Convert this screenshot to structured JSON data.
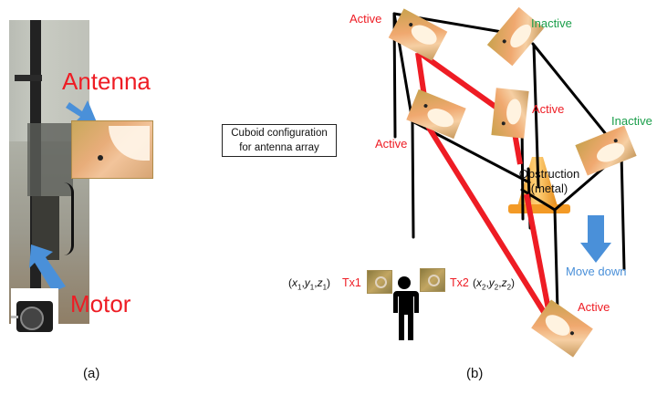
{
  "panel_a": {
    "antenna_label": "Antenna",
    "motor_label": "Motor",
    "caption": "(a)",
    "arrow_color": "#4a90d9",
    "label_color": "#ee1c24"
  },
  "panel_b": {
    "config_box": {
      "line1": "Cuboid configuration",
      "line2": "for antenna array"
    },
    "antenna_states": [
      {
        "id": "top-left",
        "label": "Active"
      },
      {
        "id": "top-right",
        "label": "Inactive"
      },
      {
        "id": "mid-left",
        "label": "Active"
      },
      {
        "id": "mid-center",
        "label": "Active"
      },
      {
        "id": "mid-right",
        "label": "Inactive"
      },
      {
        "id": "bottom",
        "label": "Active"
      }
    ],
    "obstruction": {
      "line1": "Obstruction",
      "line2": "(metal)"
    },
    "move_label": "Move down",
    "tx1": {
      "label": "Tx1",
      "x": "x",
      "y": "y",
      "z": "z",
      "sub": "1"
    },
    "tx2": {
      "label": "Tx2",
      "x": "x",
      "y": "y",
      "z": "z",
      "sub": "2"
    },
    "caption": "(b)",
    "colors": {
      "active": "#ee1c24",
      "inactive": "#1a9e4a",
      "move": "#4a90d9",
      "link": "#ee1c24",
      "frame": "#000000"
    }
  }
}
